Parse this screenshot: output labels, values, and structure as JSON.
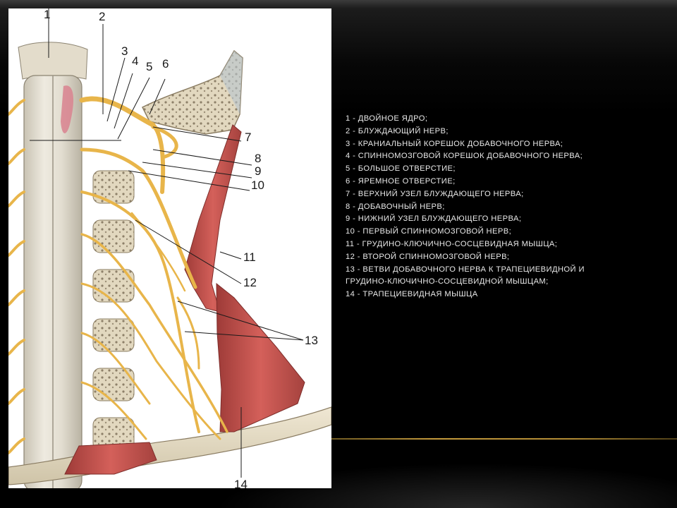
{
  "figure": {
    "labels": [
      "1",
      "2",
      "3",
      "4",
      "5",
      "6",
      "7",
      "8",
      "9",
      "10",
      "11",
      "12",
      "13",
      "14"
    ]
  },
  "legend": [
    "1 - ДВОЙНОЕ ЯДРО;",
    "2 - БЛУЖДАЮЩИЙ НЕРВ;",
    "3 - КРАНИАЛЬНЫЙ КОРЕШОК ДОБАВОЧНОГО НЕРВА;",
    "4 - СПИННОМОЗГОВОЙ КОРЕШОК ДОБАВОЧНОГО НЕРВА;",
    "5 - БОЛЬШОЕ ОТВЕРСТИЕ;",
    "6 - ЯРЕМНОЕ ОТВЕРСТИЕ;",
    "7 - ВЕРХНИЙ УЗЕЛ БЛУЖДАЮЩЕГО НЕРВА;",
    "8 - ДОБАВОЧНЫЙ НЕРВ;",
    "9 - НИЖНИЙ УЗЕЛ БЛУЖДАЮЩЕГО НЕРВА;",
    "10 - ПЕРВЫЙ СПИННОМОЗГОВОЙ НЕРВ;",
    "11 - ГРУДИНО-КЛЮЧИЧНО-СОСЦЕВИДНАЯ МЫШЦА;",
    "12 - ВТОРОЙ СПИННОМОЗГОВОЙ НЕРВ;",
    "13 - ВЕТВИ ДОБАВОЧНОГО НЕРВА К ТРАПЕЦИЕВИДНОЙ И",
    "ГРУДИНО-КЛЮЧИЧНО-СОСЦЕВИДНОЙ МЫШЦАМ;",
    "14 - ТРАПЕЦИЕВИДНАЯ МЫШЦА"
  ],
  "colors": {
    "background": "#000000",
    "legend_text": "#e9e9e9",
    "accent_rule": "#c49a3c",
    "nerve": "#e8b54a",
    "muscle": "#c9534f",
    "bone": "#e6dcc4"
  }
}
